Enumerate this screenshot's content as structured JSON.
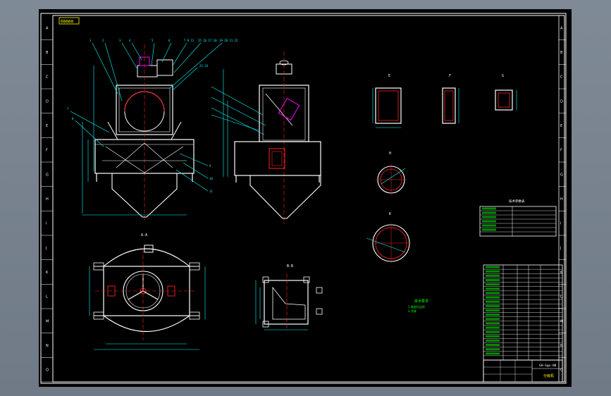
{
  "drawing": {
    "sheet_tag": "00000",
    "ruler_letters": [
      "A",
      "B",
      "C",
      "D",
      "E",
      "F",
      "G",
      "H",
      "I",
      "J",
      "K",
      "L",
      "M",
      "N",
      "O"
    ],
    "view_labels": {
      "section_e": "E",
      "section_f": "F",
      "section_g": "G",
      "section_h": "H",
      "section_k": "K",
      "plan_view": "A-A",
      "detail_view": "B-B"
    },
    "notes": {
      "tech_title": "技术要求",
      "note_lines": [
        "1.装配后运转",
        "2.涂漆"
      ]
    },
    "table_title": "技术参数表",
    "title_block": {
      "drawing_name": "分级机",
      "drawing_number": "GH-Sgo-00"
    },
    "colors": {
      "background": "#000000",
      "frame": "#ffffff",
      "cyan": "#00ffff",
      "green": "#00ff00",
      "red": "#ff2020",
      "yellow": "#ffff00",
      "magenta": "#ff00ff"
    }
  }
}
